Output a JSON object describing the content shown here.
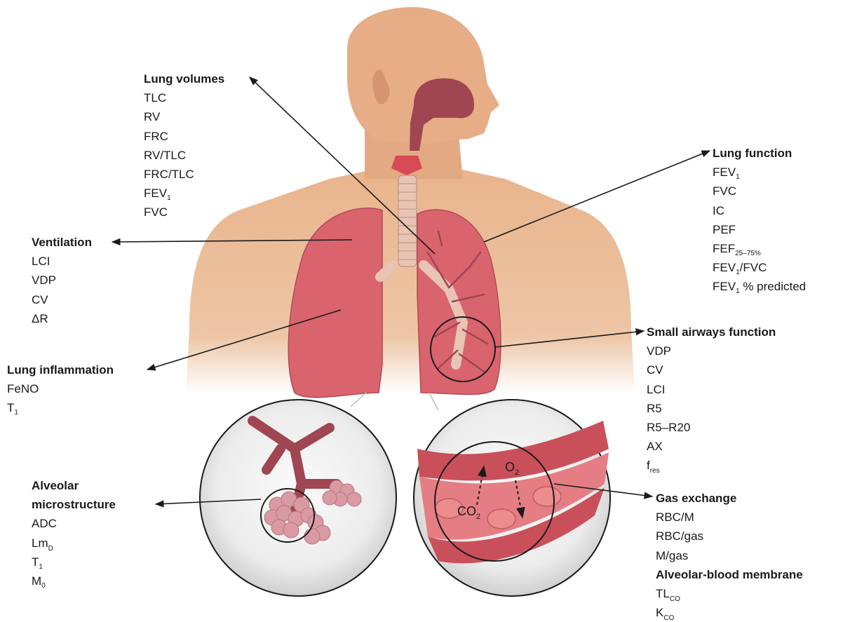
{
  "groups": {
    "lung_volumes": {
      "title": "Lung volumes",
      "items": [
        "TLC",
        "RV",
        "FRC",
        "RV/TLC",
        "FRC/TLC",
        "FEV",
        "FVC"
      ],
      "subs": {
        "fev": "1"
      }
    },
    "ventilation": {
      "title": "Ventilation",
      "items": [
        "LCI",
        "VDP",
        "CV",
        "ΔR"
      ]
    },
    "lung_inflammation": {
      "title": "Lung inflammation",
      "items": [
        "FeNO",
        "T"
      ],
      "subs": {
        "t": "1"
      }
    },
    "alveolar_microstructure": {
      "title_line1": "Alveolar",
      "title_line2": "microstructure",
      "items": [
        "ADC",
        "Lm",
        "T",
        "M"
      ],
      "subs": {
        "lm": "D",
        "t": "1",
        "m": "0"
      }
    },
    "lung_function": {
      "title": "Lung function",
      "items": [
        "FEV",
        "FVC",
        "IC",
        "PEF",
        "FEF",
        "FEV",
        "/FVC",
        "FEV",
        " % predicted"
      ],
      "subs": {
        "fev": "1",
        "fef": "25–75%"
      }
    },
    "small_airways_function": {
      "title": "Small airways function",
      "items": [
        "VDP",
        "CV",
        "LCI",
        "R5",
        "R5–R20",
        "AX",
        "f"
      ],
      "subs": {
        "f": "res"
      }
    },
    "gas_exchange": {
      "title": "Gas exchange",
      "items": [
        "RBC/M",
        "RBC/gas",
        "M/gas"
      ]
    },
    "alveolar_blood_membrane": {
      "title": "Alveolar-blood membrane",
      "items": [
        "TL",
        "K"
      ],
      "subs": {
        "co": "CO"
      }
    }
  },
  "inset_labels": {
    "o2": "O",
    "co2": "CO",
    "o2_sub": "2",
    "co2_sub": "2"
  },
  "colors": {
    "skin": "#e9b48c",
    "lung": "#d9646e",
    "airway": "#a04552",
    "trachea": "#e8c4b4",
    "vessel": "#c9505a",
    "rbc": "#ec8c8c",
    "alveoli": "#d99aa3",
    "circle_fill": "#ececec",
    "text": "#1a1a1a"
  }
}
